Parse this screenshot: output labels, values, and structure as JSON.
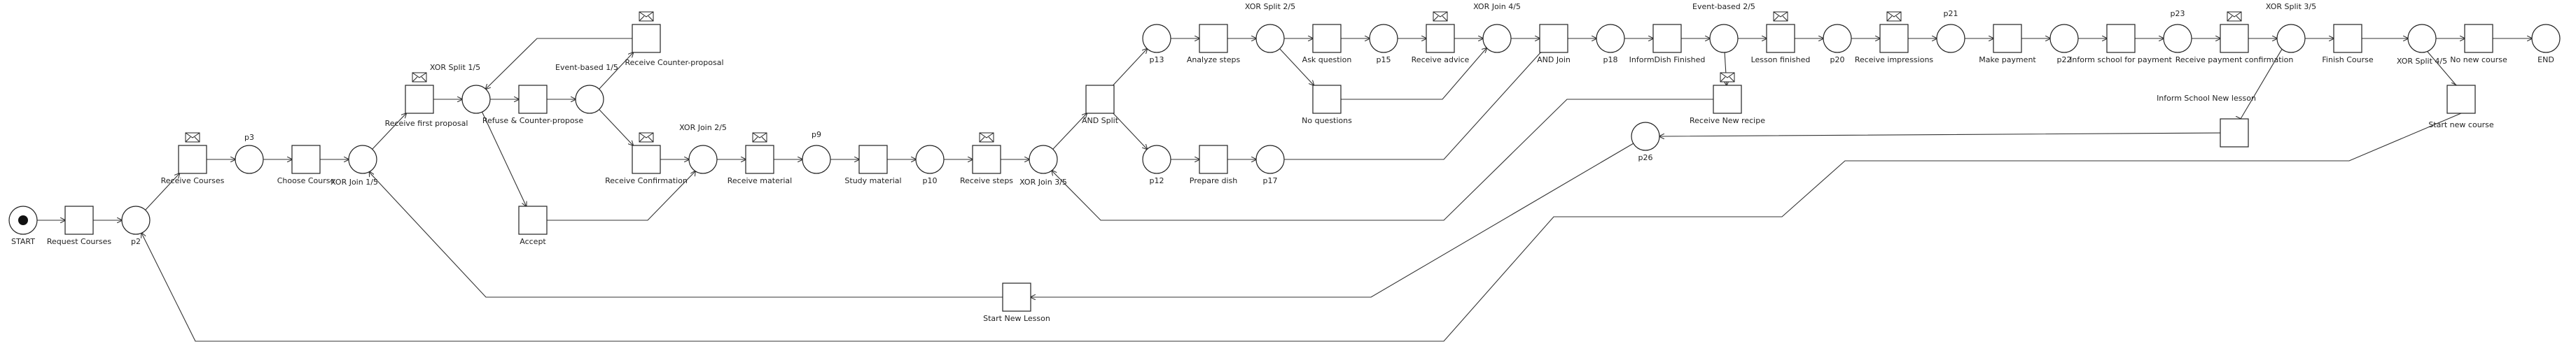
{
  "diagram": {
    "nodes": [
      {
        "id": "start",
        "kind": "start",
        "label": "START"
      },
      {
        "id": "t_request",
        "kind": "transition",
        "label": "Request Courses"
      },
      {
        "id": "p2",
        "kind": "place",
        "label": "p2"
      },
      {
        "id": "t_receive_courses",
        "kind": "transition",
        "label": "Receive Courses",
        "mail": true
      },
      {
        "id": "p3",
        "kind": "place",
        "label": "p3"
      },
      {
        "id": "t_choose",
        "kind": "transition",
        "label": "Choose Course"
      },
      {
        "id": "xor_join_1",
        "kind": "place",
        "label": "XOR Join 1/5"
      },
      {
        "id": "t_first_proposal",
        "kind": "transition",
        "label": "Receive first proposal",
        "mail": true
      },
      {
        "id": "xor_split_1",
        "kind": "place",
        "label": "XOR Split 1/5"
      },
      {
        "id": "t_refuse",
        "kind": "transition",
        "label": "Refuse & Counter-propose"
      },
      {
        "id": "evb_1",
        "kind": "place",
        "label": "Event-based 1/5"
      },
      {
        "id": "t_counter",
        "kind": "transition",
        "label": "Receive Counter-proposal",
        "mail": true
      },
      {
        "id": "t_accept",
        "kind": "transition",
        "label": "Accept"
      },
      {
        "id": "t_confirmation",
        "kind": "transition",
        "label": "Receive Confirmation",
        "mail": true
      },
      {
        "id": "xor_join_2",
        "kind": "place",
        "label": "XOR Join 2/5"
      },
      {
        "id": "t_material",
        "kind": "transition",
        "label": "Receive material",
        "mail": true
      },
      {
        "id": "p9",
        "kind": "place",
        "label": "p9"
      },
      {
        "id": "t_study",
        "kind": "transition",
        "label": "Study material"
      },
      {
        "id": "p10",
        "kind": "place",
        "label": "p10"
      },
      {
        "id": "t_steps",
        "kind": "transition",
        "label": "Receive steps",
        "mail": true
      },
      {
        "id": "xor_join_3",
        "kind": "place",
        "label": "XOR Join 3/5"
      },
      {
        "id": "t_and_split",
        "kind": "transition",
        "label": "AND Split"
      },
      {
        "id": "p13",
        "kind": "place",
        "label": "p13"
      },
      {
        "id": "t_analyze",
        "kind": "transition",
        "label": "Analyze steps"
      },
      {
        "id": "xor_split_2",
        "kind": "place",
        "label": "XOR Split 2/5"
      },
      {
        "id": "t_ask",
        "kind": "transition",
        "label": "Ask question"
      },
      {
        "id": "p15",
        "kind": "place",
        "label": "p15"
      },
      {
        "id": "t_advice",
        "kind": "transition",
        "label": "Receive advice",
        "mail": true
      },
      {
        "id": "t_noq",
        "kind": "transition",
        "label": "No questions"
      },
      {
        "id": "xor_join_4",
        "kind": "place",
        "label": "XOR Join 4/5"
      },
      {
        "id": "p12",
        "kind": "place",
        "label": "p12"
      },
      {
        "id": "t_prepare",
        "kind": "transition",
        "label": "Prepare dish"
      },
      {
        "id": "p17",
        "kind": "place",
        "label": "p17"
      },
      {
        "id": "t_and_join",
        "kind": "transition",
        "label": "AND Join"
      },
      {
        "id": "p18",
        "kind": "place",
        "label": "p18"
      },
      {
        "id": "t_inform_dish",
        "kind": "transition",
        "label": "InformDish Finished"
      },
      {
        "id": "evb_2",
        "kind": "place",
        "label": "Event-based 2/5"
      },
      {
        "id": "t_new_recipe",
        "kind": "transition",
        "label": "Receive New recipe",
        "mail": true
      },
      {
        "id": "t_lesson",
        "kind": "transition",
        "label": "Lesson finished",
        "mail": true
      },
      {
        "id": "p20",
        "kind": "place",
        "label": "p20"
      },
      {
        "id": "t_impressions",
        "kind": "transition",
        "label": "Receive impressions",
        "mail": true
      },
      {
        "id": "p21",
        "kind": "place",
        "label": "p21"
      },
      {
        "id": "t_payment",
        "kind": "transition",
        "label": "Make payment"
      },
      {
        "id": "p22",
        "kind": "place",
        "label": "p22"
      },
      {
        "id": "t_inform_school",
        "kind": "transition",
        "label": "Inform school for payment"
      },
      {
        "id": "p23",
        "kind": "place",
        "label": "p23"
      },
      {
        "id": "t_pay_conf",
        "kind": "transition",
        "label": "Receive payment confirmation",
        "mail": true
      },
      {
        "id": "xor_split_3",
        "kind": "place",
        "label": "XOR Split 3/5"
      },
      {
        "id": "t_finish",
        "kind": "transition",
        "label": "Finish Course"
      },
      {
        "id": "xor_split_4",
        "kind": "place",
        "label": "XOR Split 4/5"
      },
      {
        "id": "t_no_new",
        "kind": "transition",
        "label": "No new course"
      },
      {
        "id": "end",
        "kind": "end",
        "label": "END"
      },
      {
        "id": "t_start_new_course",
        "kind": "transition",
        "label": "Start new course"
      },
      {
        "id": "t_inform_new_lesson",
        "kind": "transition",
        "label": "Inform School New lesson"
      },
      {
        "id": "p26",
        "kind": "place",
        "label": "p26"
      },
      {
        "id": "t_start_new_lesson",
        "kind": "transition",
        "label": "Start New Lesson"
      }
    ],
    "edges": [
      [
        "start",
        "t_request"
      ],
      [
        "t_request",
        "p2"
      ],
      [
        "p2",
        "t_receive_courses"
      ],
      [
        "t_receive_courses",
        "p3"
      ],
      [
        "p3",
        "t_choose"
      ],
      [
        "t_choose",
        "xor_join_1"
      ],
      [
        "xor_join_1",
        "t_first_proposal"
      ],
      [
        "t_first_proposal",
        "xor_split_1"
      ],
      [
        "xor_split_1",
        "t_refuse"
      ],
      [
        "xor_split_1",
        "t_accept"
      ],
      [
        "t_refuse",
        "evb_1"
      ],
      [
        "evb_1",
        "t_counter"
      ],
      [
        "evb_1",
        "t_confirmation"
      ],
      [
        "t_counter",
        "xor_split_1"
      ],
      [
        "t_confirmation",
        "xor_join_2"
      ],
      [
        "t_accept",
        "xor_join_2"
      ],
      [
        "xor_join_2",
        "t_material"
      ],
      [
        "t_material",
        "p9"
      ],
      [
        "p9",
        "t_study"
      ],
      [
        "t_study",
        "p10"
      ],
      [
        "p10",
        "t_steps"
      ],
      [
        "t_steps",
        "xor_join_3"
      ],
      [
        "xor_join_3",
        "t_and_split"
      ],
      [
        "t_and_split",
        "p13"
      ],
      [
        "t_and_split",
        "p12"
      ],
      [
        "p13",
        "t_analyze"
      ],
      [
        "t_analyze",
        "xor_split_2"
      ],
      [
        "xor_split_2",
        "t_ask"
      ],
      [
        "xor_split_2",
        "t_noq"
      ],
      [
        "t_ask",
        "p15"
      ],
      [
        "p15",
        "t_advice"
      ],
      [
        "t_advice",
        "xor_join_4"
      ],
      [
        "t_noq",
        "xor_join_4"
      ],
      [
        "xor_join_4",
        "t_and_join"
      ],
      [
        "p12",
        "t_prepare"
      ],
      [
        "t_prepare",
        "p17"
      ],
      [
        "p17",
        "t_and_join"
      ],
      [
        "t_and_join",
        "p18"
      ],
      [
        "p18",
        "t_inform_dish"
      ],
      [
        "t_inform_dish",
        "evb_2"
      ],
      [
        "evb_2",
        "t_new_recipe"
      ],
      [
        "evb_2",
        "t_lesson"
      ],
      [
        "t_new_recipe",
        "xor_join_3"
      ],
      [
        "t_lesson",
        "p20"
      ],
      [
        "p20",
        "t_impressions"
      ],
      [
        "t_impressions",
        "p21"
      ],
      [
        "p21",
        "t_payment"
      ],
      [
        "t_payment",
        "p22"
      ],
      [
        "p22",
        "t_inform_school"
      ],
      [
        "t_inform_school",
        "p23"
      ],
      [
        "p23",
        "t_pay_conf"
      ],
      [
        "t_pay_conf",
        "xor_split_3"
      ],
      [
        "xor_split_3",
        "t_finish"
      ],
      [
        "xor_split_3",
        "t_inform_new_lesson"
      ],
      [
        "t_finish",
        "xor_split_4"
      ],
      [
        "xor_split_4",
        "t_no_new"
      ],
      [
        "t_no_new",
        "end"
      ],
      [
        "xor_split_4",
        "t_start_new_course"
      ],
      [
        "t_start_new_course",
        "p2"
      ],
      [
        "t_inform_new_lesson",
        "p26"
      ],
      [
        "p26",
        "t_start_new_lesson"
      ],
      [
        "t_start_new_lesson",
        "xor_join_1"
      ]
    ]
  }
}
